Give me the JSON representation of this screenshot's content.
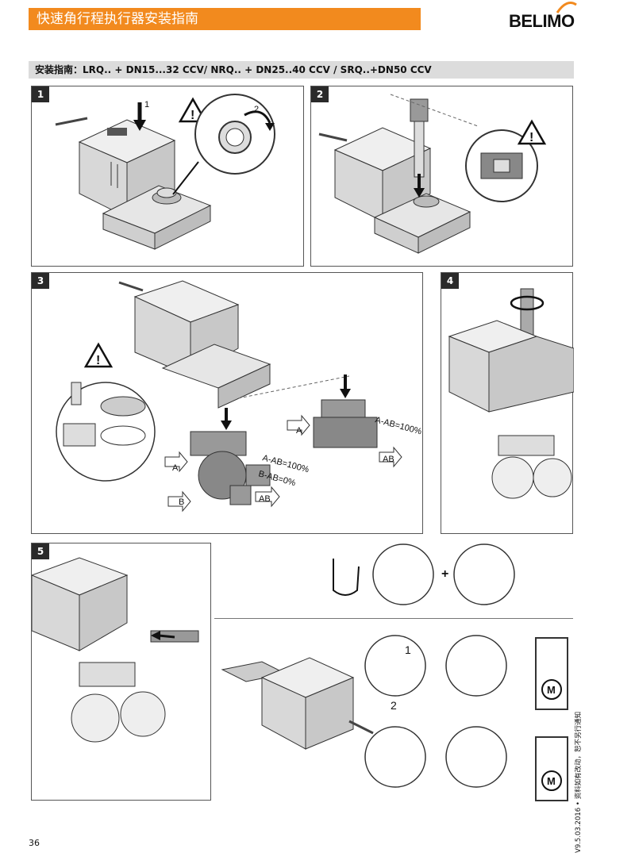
{
  "header": {
    "title": "快速角行程执行器安装指南",
    "brand": "BELIMO"
  },
  "subtitle": "安装指南：LRQ.. + DN15...32 CCV/ NRQ.. + DN25..40 CCV / SRQ..+DN50 CCV",
  "panels": {
    "p1": {
      "num": "1",
      "labels": [
        "1",
        "2"
      ]
    },
    "p2": {
      "num": "2"
    },
    "p3": {
      "num": "3",
      "labels": [
        "A-AB=100%",
        "A-AB=100%",
        "B-AB=0%",
        "A",
        "AB",
        "B",
        "A",
        "AB"
      ]
    },
    "p4": {
      "num": "4"
    },
    "p5": {
      "num": "5"
    },
    "right": {
      "labels": [
        "1",
        "2"
      ],
      "mode_symbol": "M"
    }
  },
  "footer": {
    "page_number": "36",
    "version": "V9.5.03.2016 • 资料如有改动，恕不另行通知"
  },
  "colors": {
    "accent": "#f28a1e",
    "subtitle_bg": "#dcdcdc"
  }
}
